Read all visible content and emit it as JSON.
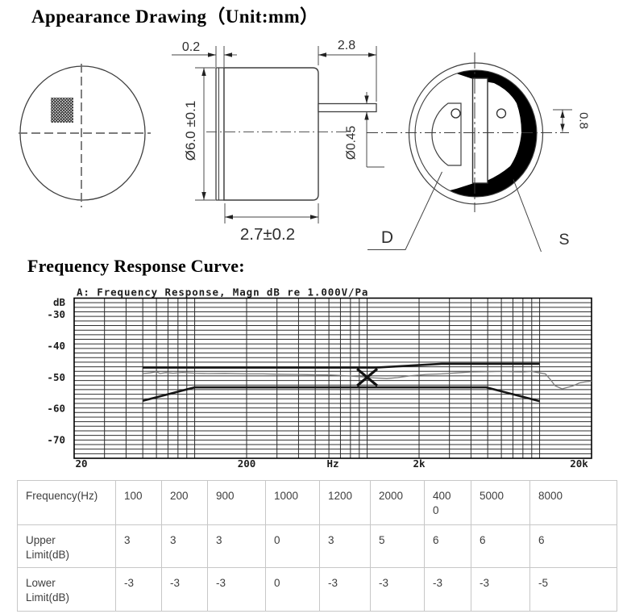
{
  "page_title": "Appearance Drawing（Unit:mm）",
  "section2_title": "Frequency Response Curve:",
  "drawing": {
    "dims": {
      "flange_thickness": "0.2",
      "pin_length": "2.8",
      "body_diameter": "Ø6.0 ±0.1",
      "pin_diameter": "Ø0.45",
      "body_width": "2.7±0.2",
      "hole_offset": "0.8",
      "label_d": "D",
      "label_s": "S"
    }
  },
  "chart_data": {
    "type": "line",
    "title": "A: Frequency Response, Magn dB re 1.000V/Pa",
    "ylabel": "dB",
    "yticks": [
      -30,
      -40,
      -50,
      -60,
      -70
    ],
    "xtick_labels": [
      "20",
      "200",
      "Hz",
      "2k",
      "20k"
    ],
    "xscale": "log",
    "xlim": [
      20,
      20000
    ],
    "ylim": [
      -76,
      -25
    ],
    "grid": true,
    "series": [
      {
        "name": "response",
        "points": [
          [
            50,
            -48.9
          ],
          [
            55,
            -48.7
          ],
          [
            60,
            -48.3
          ],
          [
            63,
            -48.9
          ],
          [
            68,
            -48.6
          ],
          [
            75,
            -48.8
          ],
          [
            85,
            -48.55
          ],
          [
            100,
            -48.8
          ],
          [
            120,
            -48.9
          ],
          [
            150,
            -48.85
          ],
          [
            200,
            -49.0
          ],
          [
            250,
            -49.0
          ],
          [
            300,
            -49.1
          ],
          [
            400,
            -49.2
          ],
          [
            500,
            -49.3
          ],
          [
            600,
            -49.35
          ],
          [
            700,
            -49.5
          ],
          [
            800,
            -49.7
          ],
          [
            900,
            -49.9
          ],
          [
            1000,
            -50.1
          ],
          [
            1100,
            -50.3
          ],
          [
            1300,
            -50.5
          ],
          [
            1500,
            -50.2
          ],
          [
            1800,
            -49.6
          ],
          [
            2200,
            -49.2
          ],
          [
            2700,
            -49.0
          ],
          [
            3300,
            -48.7
          ],
          [
            4000,
            -48.4
          ],
          [
            5000,
            -48.3
          ],
          [
            6000,
            -48.2
          ],
          [
            7000,
            -48.35
          ],
          [
            8000,
            -48.4
          ],
          [
            9000,
            -48.2
          ],
          [
            10000,
            -48.7
          ],
          [
            10800,
            -49.0
          ],
          [
            11500,
            -50.7
          ],
          [
            12300,
            -52.8
          ],
          [
            13500,
            -53.8
          ],
          [
            14500,
            -53.3
          ],
          [
            15500,
            -52.9
          ],
          [
            17000,
            -51.9
          ],
          [
            18500,
            -51.5
          ],
          [
            20000,
            -51.3
          ]
        ]
      },
      {
        "name": "upper_limit",
        "points": [
          [
            50,
            -47.0
          ],
          [
            1130,
            -47.0
          ],
          [
            2700,
            -45.8
          ],
          [
            10000,
            -45.8
          ]
        ]
      },
      {
        "name": "lower_limit",
        "points": [
          [
            50,
            -57.6
          ],
          [
            100,
            -53.3
          ],
          [
            4900,
            -53.3
          ],
          [
            10000,
            -57.7
          ]
        ]
      }
    ],
    "marker": {
      "x": 1000,
      "y": -50.1,
      "symbol": "X"
    }
  },
  "table": {
    "rows": [
      {
        "label": "Frequency(Hz)",
        "values": [
          "100",
          "200",
          "900",
          "1000",
          "1200",
          "2000",
          "4000",
          "5000",
          "8000"
        ]
      },
      {
        "label": "Upper Limit(dB)",
        "values": [
          "3",
          "3",
          "3",
          "0",
          "3",
          "5",
          "6",
          "6",
          "6"
        ]
      },
      {
        "label": "Lower Limit(dB)",
        "values": [
          "-3",
          "-3",
          "-3",
          "0",
          "-3",
          "-3",
          "-3",
          "-3",
          "-5"
        ]
      }
    ]
  }
}
